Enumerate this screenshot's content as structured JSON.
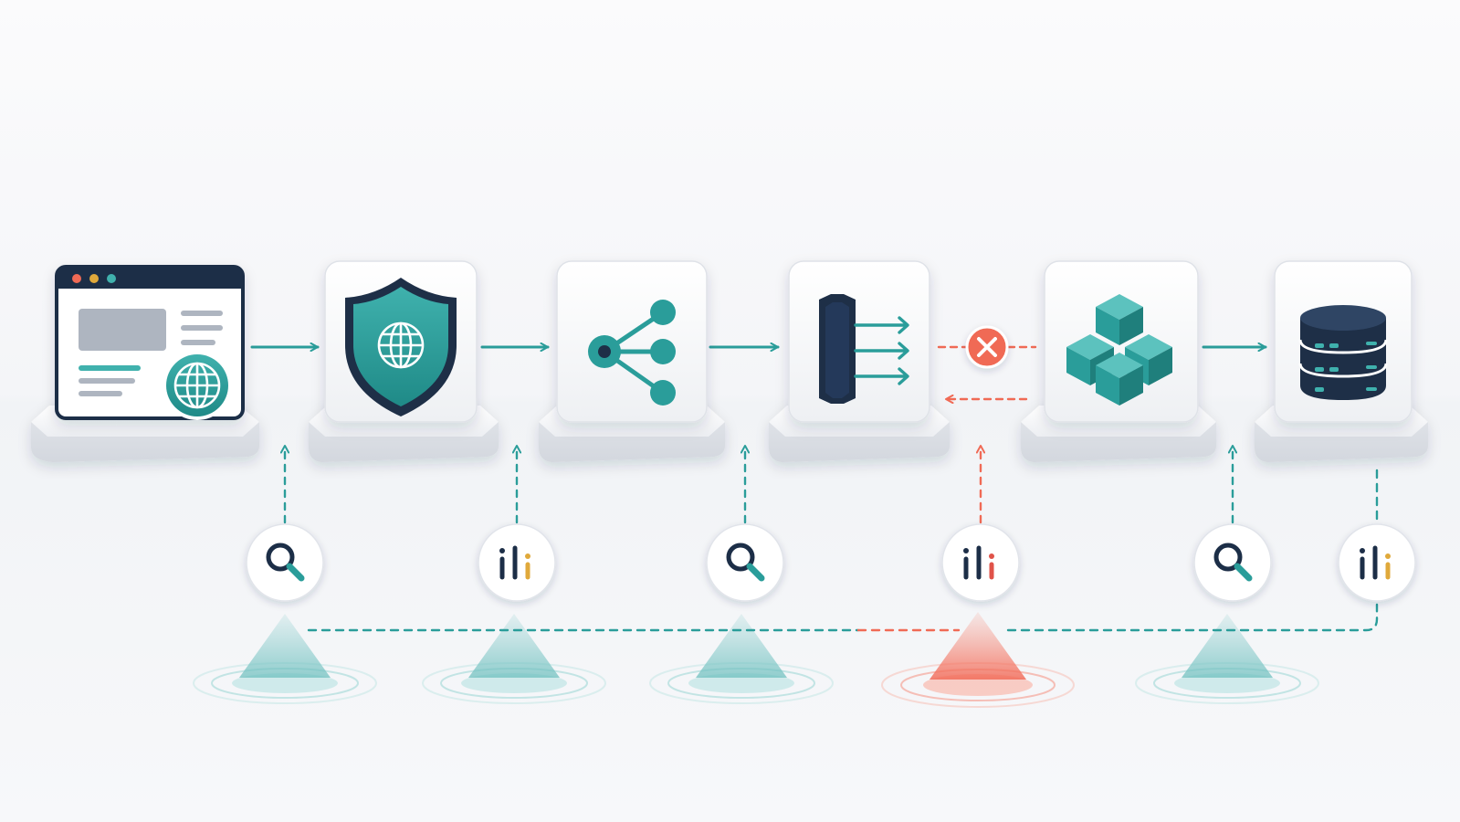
{
  "colors": {
    "teal": "#2a9d9a",
    "teal_dark": "#1f7f7c",
    "navy": "#1e2f47",
    "alert": "#f06a55",
    "card": "#f6f7f9",
    "platform": "#eef0f3",
    "monitor_bar_amber": "#e0a93a",
    "monitor_bar_red": "#e0524a"
  },
  "pipeline": {
    "stages": [
      {
        "id": "client",
        "icon": "browser-globe-icon"
      },
      {
        "id": "firewall",
        "icon": "shield-globe-icon"
      },
      {
        "id": "router",
        "icon": "share-network-icon"
      },
      {
        "id": "gateway",
        "icon": "gateway-fanout-icon"
      },
      {
        "id": "services",
        "icon": "cubes-stack-icon"
      },
      {
        "id": "database",
        "icon": "database-server-icon"
      }
    ],
    "links": [
      {
        "from": "client",
        "to": "firewall",
        "status": "ok"
      },
      {
        "from": "firewall",
        "to": "router",
        "status": "ok"
      },
      {
        "from": "router",
        "to": "gateway",
        "status": "ok"
      },
      {
        "from": "gateway",
        "to": "services",
        "status": "blocked"
      },
      {
        "from": "services",
        "to": "database",
        "status": "ok"
      }
    ]
  },
  "monitors": [
    {
      "icon": "magnifier-icon",
      "status": "ok"
    },
    {
      "icon": "bar-metrics-icon",
      "status": "ok"
    },
    {
      "icon": "magnifier-icon",
      "status": "ok"
    },
    {
      "icon": "bar-metrics-icon",
      "status": "alert"
    },
    {
      "icon": "magnifier-icon",
      "status": "ok"
    },
    {
      "icon": "bar-metrics-icon",
      "status": "ok"
    }
  ],
  "beacons": [
    {
      "status": "ok"
    },
    {
      "status": "ok"
    },
    {
      "status": "ok"
    },
    {
      "status": "alert"
    },
    {
      "status": "ok"
    }
  ]
}
